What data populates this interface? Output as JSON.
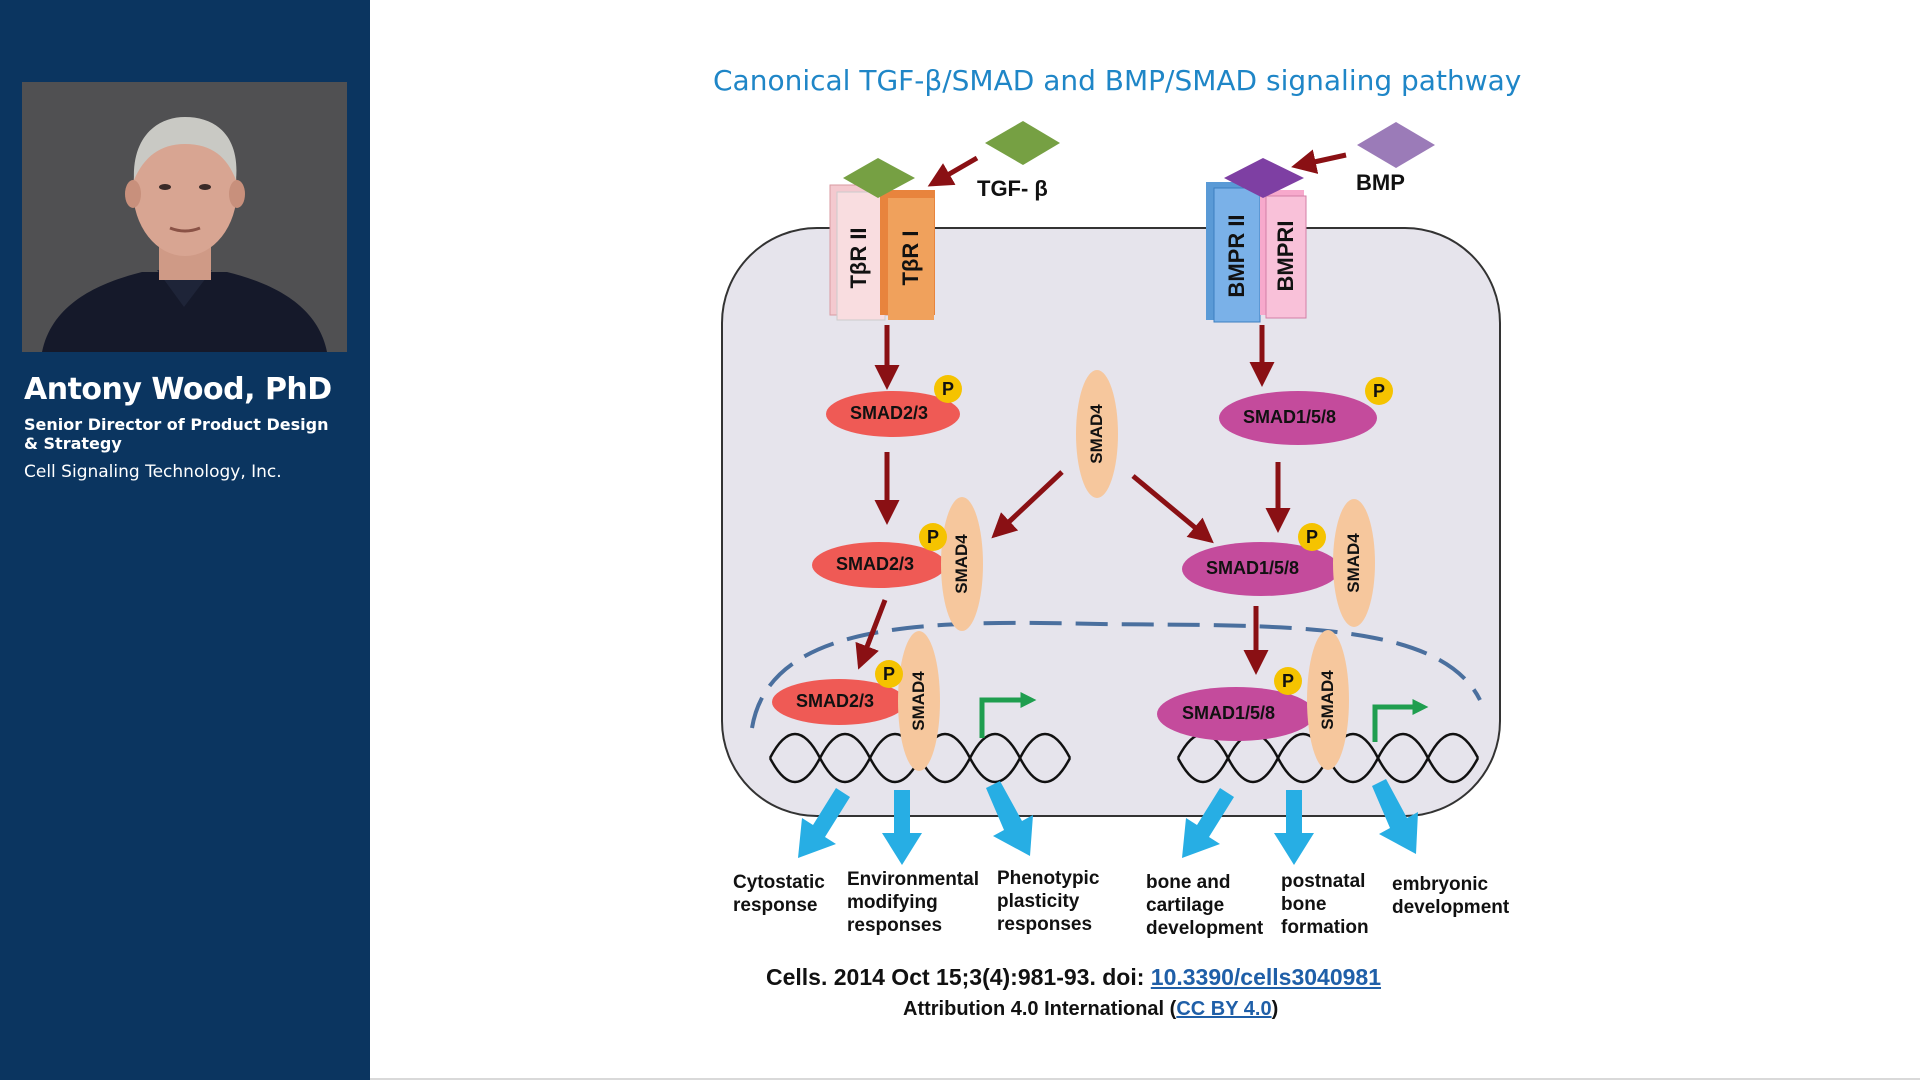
{
  "speaker": {
    "name": "Antony Wood, PhD",
    "title": "Senior Director of Product Design & Strategy",
    "company": "Cell Signaling Technology, Inc."
  },
  "slide": {
    "title": "Canonical TGF-β/SMAD and BMP/SMAD signaling pathway",
    "ligands": {
      "tgf": "TGF- β",
      "bmp": "BMP"
    },
    "receptors": {
      "tgfr2": "TβR II",
      "tgfr1": "TβR I",
      "bmpr2": "BMPR II",
      "bmpr1": "BMPRI"
    },
    "proteins": {
      "smad23": "SMAD2/3",
      "smad158": "SMAD1/5/8",
      "smad4": "SMAD4",
      "phospho": "P"
    },
    "outcomes_left": [
      [
        "Cytostatic",
        "response"
      ],
      [
        "Environmental",
        "modifying",
        "responses"
      ],
      [
        "Phenotypic",
        "plasticity",
        "responses"
      ]
    ],
    "outcomes_right": [
      [
        "bone and",
        "cartilage",
        "development"
      ],
      [
        "postnatal",
        "bone",
        "formation"
      ],
      [
        "embryonic",
        "development"
      ]
    ],
    "citation": {
      "text": "Cells. 2014 Oct 15;3(4):981-93. doi: ",
      "doi": "10.3390/cells3040981",
      "license_prefix": "Attribution 4.0 International (",
      "license_link": "CC BY 4.0",
      "license_suffix": ")"
    }
  },
  "colors": {
    "sidebar": "#0b3560",
    "title": "#1f86c7",
    "cell": "#e6e4ec",
    "arrow": "#8a1014",
    "smad23": "#ef5a55",
    "smad158": "#c44b9c",
    "smad4": "#f6c79d",
    "phospho": "#f5c300",
    "tgf_ligand": "#76a043",
    "bmp_ligand": "#9b7bb8",
    "output_arrow": "#27aee4",
    "transcription_arrow": "#1f9e4f"
  }
}
